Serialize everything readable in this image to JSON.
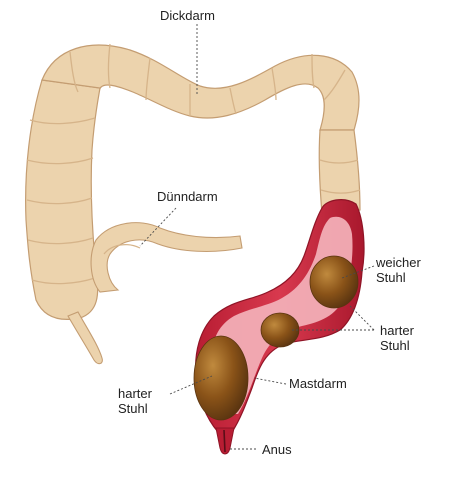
{
  "labels": {
    "dickdarm": "Dickdarm",
    "duenndarm": "Dünndarm",
    "weicher_stuhl_1": "weicher",
    "weicher_stuhl_2": "Stuhl",
    "harter_stuhl_right_1": "harter",
    "harter_stuhl_right_2": "Stuhl",
    "harter_stuhl_left_1": "harter",
    "harter_stuhl_left_2": "Stuhl",
    "mastdarm": "Mastdarm",
    "anus": "Anus"
  },
  "colors": {
    "colon_fill": "#ecd3ad",
    "colon_shade": "#d6b48a",
    "colon_outline": "#c49d72",
    "rectum_red": "#c8243a",
    "rectum_pink": "#f2aeb6",
    "stool": "#8a5318",
    "stool_highlight": "#c08a3e",
    "leader": "#4a4a4a"
  }
}
